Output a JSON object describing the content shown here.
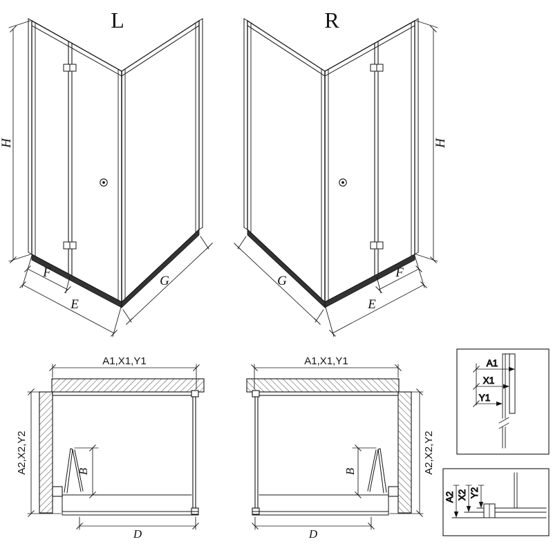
{
  "drawing": {
    "background": "#ffffff",
    "stroke_color": "#131313",
    "tray_fill": "#333333"
  },
  "views": {
    "left_3d": {
      "variant_label": "L",
      "dim_height": "H",
      "dim_f": "F",
      "dim_e": "E",
      "dim_g": "G"
    },
    "right_3d": {
      "variant_label": "R",
      "dim_height": "H",
      "dim_f": "F",
      "dim_e": "E",
      "dim_g": "G"
    },
    "plan_left": {
      "dim_width": "A1,X1,Y1",
      "dim_depth": "A2,X2,Y2",
      "dim_b": "B",
      "dim_d": "D"
    },
    "plan_right": {
      "dim_width": "A1,X1,Y1",
      "dim_depth": "A2,X2,Y2",
      "dim_b": "B",
      "dim_d": "D"
    },
    "detail_top": {
      "a1": "A1",
      "x1": "X1",
      "y1": "Y1"
    },
    "detail_bottom": {
      "a2": "A2",
      "x2": "X2",
      "y2": "Y2"
    }
  }
}
